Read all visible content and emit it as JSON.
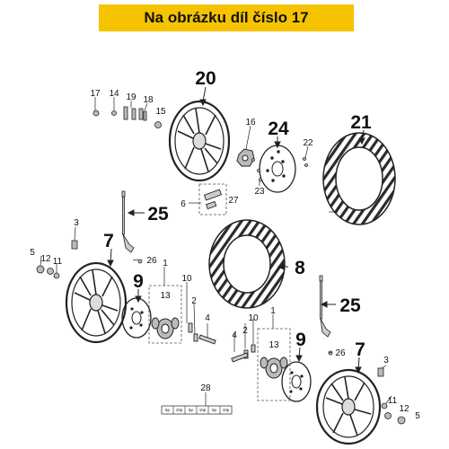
{
  "banner": {
    "text": "Na obrázku díl číslo 17",
    "color": "#f6c300"
  },
  "labels": {
    "p1a": "1",
    "p1b": "1",
    "p2a": "2",
    "p2b": "2",
    "p3a": "3",
    "p3b": "3",
    "p4a": "4",
    "p4b": "4",
    "p5a": "5",
    "p5b": "5",
    "p6": "6",
    "p7a": "7",
    "p7b": "7",
    "p8": "8",
    "p9a": "9",
    "p9b": "9",
    "p10a": "10",
    "p10b": "10",
    "p11a": "11",
    "p11b": "11",
    "p12a": "12",
    "p12b": "12",
    "p13a": "13",
    "p13b": "13",
    "p14": "14",
    "p15": "15",
    "p16": "16",
    "p17": "17",
    "p18": "18",
    "p19": "19",
    "p20": "20",
    "p21": "21",
    "p22": "22",
    "p23": "23",
    "p24": "24",
    "p25a": "25",
    "p25b": "25",
    "p26a": "26",
    "p26b": "26",
    "p27": "27",
    "p28": "28"
  },
  "strip_cells": [
    "5p",
    "10p",
    "5p",
    "10p",
    "5p",
    "10p"
  ]
}
